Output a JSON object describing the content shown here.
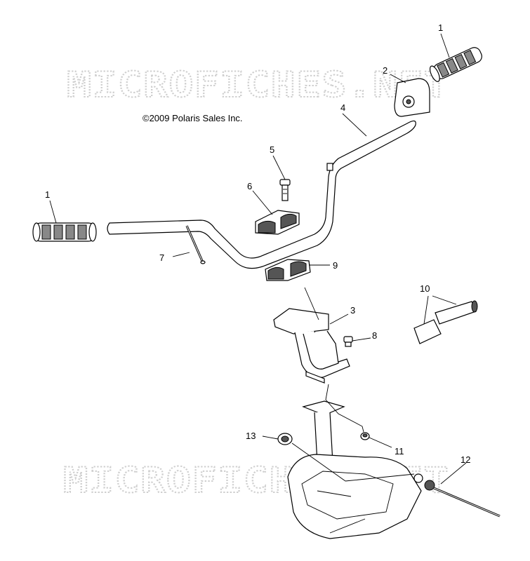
{
  "watermark": "MICROFICHES.NET",
  "copyright": "©2009 Polaris Sales Inc.",
  "callouts": [
    "1",
    "2",
    "4",
    "5",
    "6",
    "1",
    "7",
    "9",
    "3",
    "10",
    "8",
    "13",
    "11",
    "12"
  ],
  "colors": {
    "line": "#000000",
    "watermark": "#cfcfcf",
    "background": "#ffffff"
  }
}
